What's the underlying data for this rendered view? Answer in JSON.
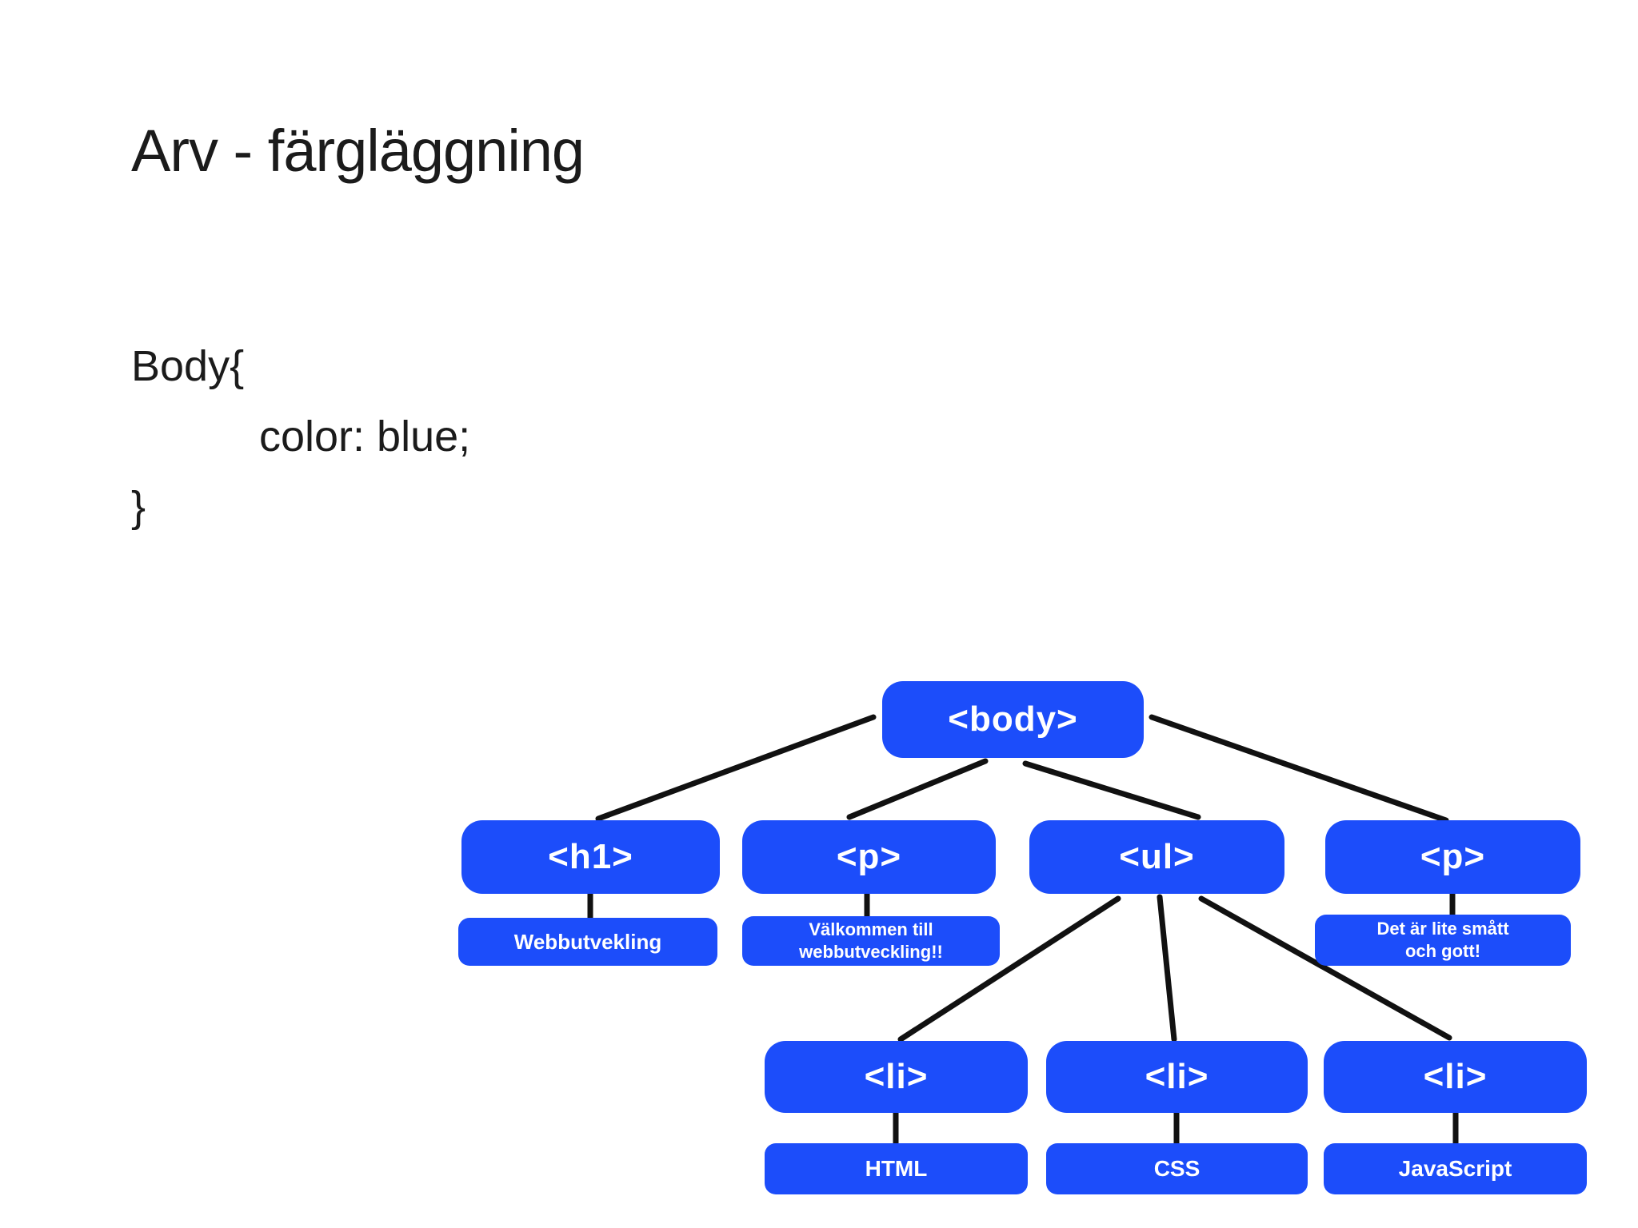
{
  "slide": {
    "title": "Arv - färgläggning",
    "code": {
      "line1": "Body{",
      "line2": "color: blue;",
      "line3": "}"
    },
    "colors": {
      "background": "#ffffff",
      "node_blue": "#1c4dfa",
      "connector_black": "#111111",
      "text_black": "#1b1b1b",
      "node_text_white": "#ffffff"
    },
    "tree": {
      "root": {
        "tag": "<body>"
      },
      "children": [
        {
          "tag": "<h1>",
          "caption": "Webbutvekling"
        },
        {
          "tag": "<p>",
          "caption": "Välkommen till webbutveckling!!",
          "caption_lines": [
            "Välkommen till",
            "webbutveckling!!"
          ]
        },
        {
          "tag": "<ul>",
          "children": [
            {
              "tag": "<li>",
              "caption": "HTML"
            },
            {
              "tag": "<li>",
              "caption": "CSS"
            },
            {
              "tag": "<li>",
              "caption": "JavaScript"
            }
          ]
        },
        {
          "tag": "<p>",
          "caption": "Det är lite smått och gott!",
          "caption_lines": [
            "Det är lite smått",
            "och gott!"
          ]
        }
      ]
    }
  }
}
